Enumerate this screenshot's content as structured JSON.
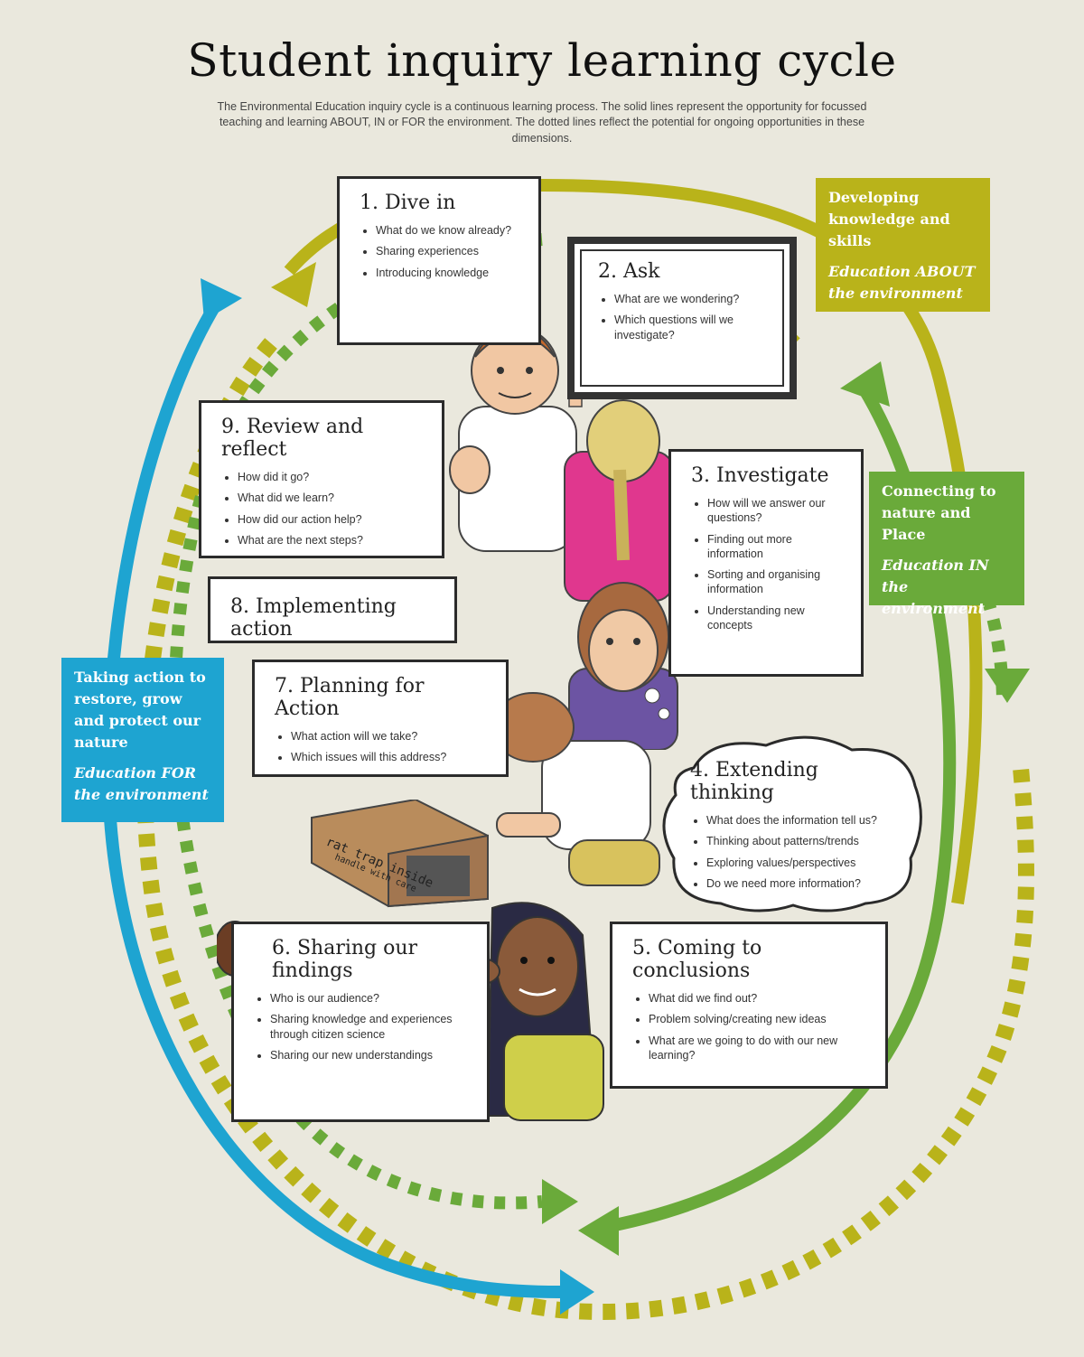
{
  "title": "Student inquiry learning cycle",
  "intro": "The Environmental Education inquiry cycle is a continuous learning process. The solid lines represent the opportunity for focussed teaching and learning ABOUT, IN or FOR the environment. The dotted lines reflect the potential for ongoing opportunities in these dimensions.",
  "colors": {
    "about": "#b9b31a",
    "in": "#6aaa3a",
    "for": "#1ea4d1",
    "background": "#eae8dd"
  },
  "labels": {
    "about": {
      "heading": "Developing knowledge and skills",
      "edu": "Education ABOUT the environment"
    },
    "in": {
      "heading": "Connecting to nature and Place",
      "edu": "Education IN the environment"
    },
    "for": {
      "heading": "Taking action to restore, grow and protect our nature",
      "edu": "Education FOR the environment"
    }
  },
  "steps": {
    "s1": {
      "title": "1. Dive in",
      "items": [
        "What do we know already?",
        "Sharing experiences",
        "Introducing knowledge"
      ]
    },
    "s2": {
      "title": "2. Ask",
      "items": [
        "What are we wondering?",
        "Which questions will we investigate?"
      ]
    },
    "s3": {
      "title": "3. Investigate",
      "items": [
        "How will we answer our questions?",
        "Finding out more information",
        "Sorting and organising information",
        "Understanding new concepts"
      ]
    },
    "s4": {
      "title": "4. Extending thinking",
      "items": [
        "What does the information tell us?",
        "Thinking about patterns/trends",
        "Exploring values/perspectives",
        "Do we need more information?"
      ]
    },
    "s5": {
      "title": "5. Coming to conclusions",
      "items": [
        "What did we find out?",
        "Problem solving/creating new ideas",
        "What are we going to do with our new learning?"
      ]
    },
    "s6": {
      "title": "6. Sharing our findings",
      "items": [
        "Who is our audience?",
        "Sharing knowledge and experiences through citizen science",
        "Sharing our new understandings"
      ]
    },
    "s7": {
      "title": "7. Planning for Action",
      "items": [
        "What action will we take?",
        "Which issues will this address?"
      ]
    },
    "s8": {
      "title": "8. Implementing action",
      "items": []
    },
    "s9": {
      "title": "9. Review and reflect",
      "items": [
        "How did it go?",
        "What did we learn?",
        "How did our action help?",
        "What are the next steps?"
      ]
    }
  },
  "box_text": {
    "line1": "rat trap inside",
    "line2": "handle with care"
  }
}
